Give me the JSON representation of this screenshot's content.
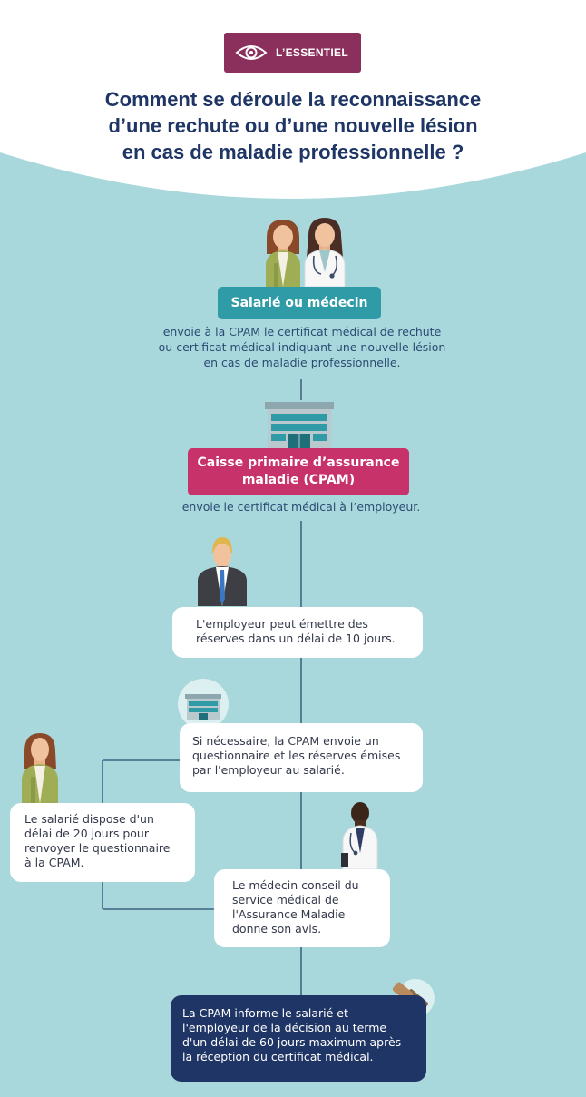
{
  "badge": {
    "label": "L’ESSENTIEL",
    "icon": "eye-icon"
  },
  "title_lines": [
    "Comment se déroule la reconnaissance",
    "d’une rechute ou d’une nouvelle lésion",
    "en cas de maladie professionnelle ?"
  ],
  "colors": {
    "background": "#a8d8dc",
    "navy": "#1e3565",
    "teal": "#2e9ba7",
    "pink": "#c8326a",
    "plum": "#8b2f5c"
  },
  "step1": {
    "label": "Salarié ou médecin",
    "desc_lines": [
      "envoie à la CPAM le certificat médical de rechute",
      "ou certificat médical indiquant une nouvelle lésion",
      "en cas de maladie professionnelle."
    ]
  },
  "step2": {
    "label": "Caisse primaire d’assurance maladie (CPAM)",
    "desc": "envoie le certificat médical à l’employeur."
  },
  "step3": {
    "lines": [
      "L'employeur peut émettre des",
      "réserves dans un délai de 10 jours."
    ]
  },
  "step4": {
    "lines": [
      "Si nécessaire, la CPAM envoie un",
      "questionnaire et les réserves émises",
      "par l'employeur au salarié."
    ]
  },
  "step5a": {
    "lines": [
      "Le salarié dispose d'un",
      "délai de 20 jours pour",
      "renvoyer le questionnaire",
      "à la CPAM."
    ]
  },
  "step5b": {
    "lines": [
      "Le médecin conseil du",
      "service médical de",
      "l'Assurance Maladie",
      "donne son avis."
    ]
  },
  "step6": {
    "lines": [
      "La CPAM informe le salarié et",
      "l'employeur de la décision au terme",
      "d'un délai de 60 jours maximum après",
      "la réception du certificat médical."
    ]
  }
}
